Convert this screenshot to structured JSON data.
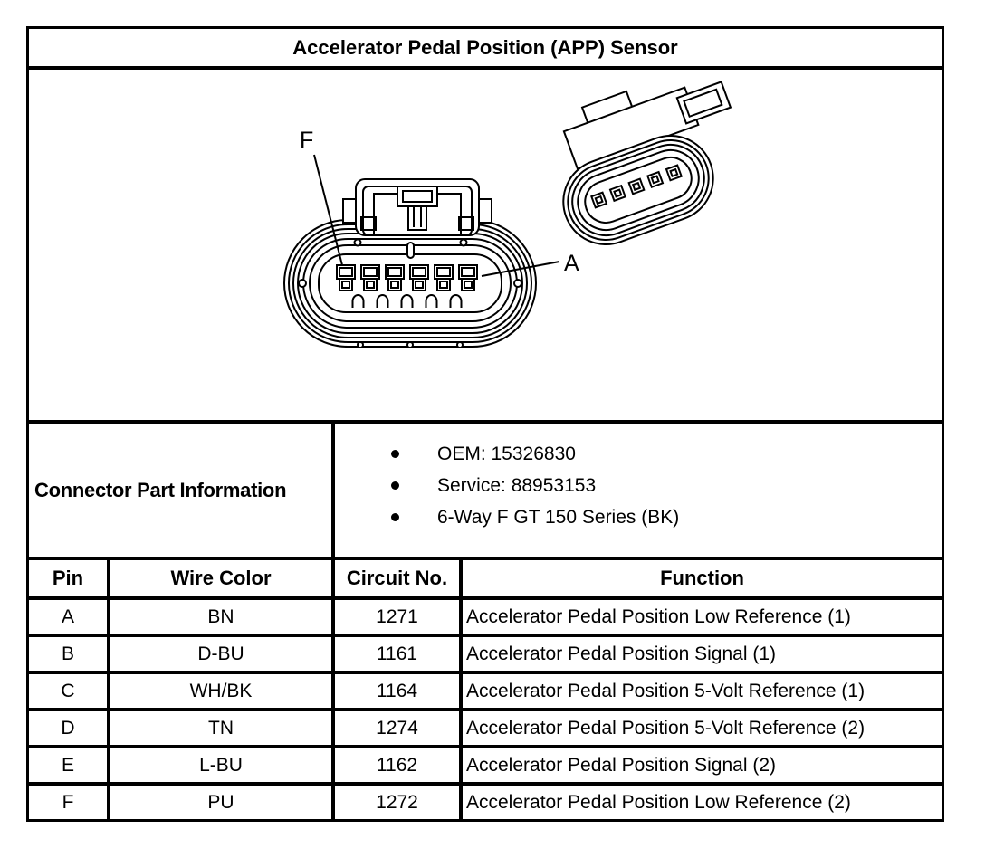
{
  "title": "Accelerator Pedal Position (APP) Sensor",
  "diagram": {
    "pin_label_f": "F",
    "pin_label_a": "A"
  },
  "part_info": {
    "label": "Connector Part Information",
    "bullets": [
      "OEM: 15326830",
      "Service: 88953153",
      "6-Way F GT 150 Series (BK)"
    ]
  },
  "pin_table": {
    "headers": [
      "Pin",
      "Wire Color",
      "Circuit No.",
      "Function"
    ],
    "rows": [
      {
        "pin": "A",
        "wire_color": "BN",
        "circuit_no": "1271",
        "function": "Accelerator Pedal Position Low Reference (1)"
      },
      {
        "pin": "B",
        "wire_color": "D-BU",
        "circuit_no": "1161",
        "function": "Accelerator Pedal Position Signal (1)"
      },
      {
        "pin": "C",
        "wire_color": "WH/BK",
        "circuit_no": "1164",
        "function": "Accelerator Pedal Position 5-Volt Reference (1)"
      },
      {
        "pin": "D",
        "wire_color": "TN",
        "circuit_no": "1274",
        "function": "Accelerator Pedal Position 5-Volt Reference (2)"
      },
      {
        "pin": "E",
        "wire_color": "L-BU",
        "circuit_no": "1162",
        "function": "Accelerator Pedal Position Signal (2)"
      },
      {
        "pin": "F",
        "wire_color": "PU",
        "circuit_no": "1272",
        "function": "Accelerator Pedal Position Low Reference (2)"
      }
    ]
  },
  "colors": {
    "ink": "#000000",
    "paper": "#ffffff"
  }
}
